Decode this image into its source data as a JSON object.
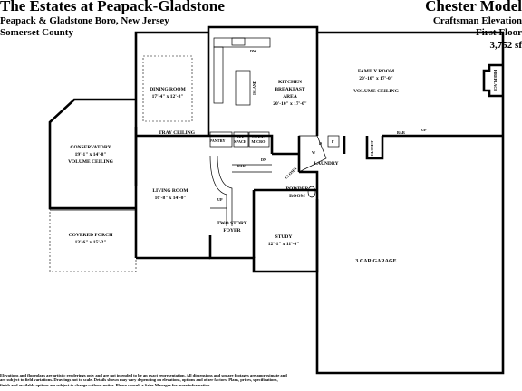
{
  "header": {
    "title": "The Estates at Peapack-Gladstone",
    "subtitle": "Peapack & Gladstone Boro, New Jersey",
    "county": "Somerset County",
    "model": "Chester Model",
    "elevation": "Craftsman Elevation",
    "floor": "First Floor",
    "sqft": "3,752 sf"
  },
  "rooms": {
    "dining": {
      "name": "DINING ROOM",
      "dims": "17'-4\" x 12'-8\""
    },
    "kitchen": {
      "name1": "KITCHEN",
      "name2": "BREAKFAST",
      "name3": "AREA",
      "dims": "20'-10\" x 17'-0\""
    },
    "family": {
      "name": "FAMILY ROOM",
      "dims": "20'-10\" x 17'-0\"",
      "ceiling": "VOLUME CEILING"
    },
    "conservatory": {
      "name": "CONSERVATORY",
      "dims": "19'-1\" x 14'-8\"",
      "ceiling": "VOLUME CEILING"
    },
    "living": {
      "name": "LIVING ROOM",
      "dims": "16'-8\" x 14'-0\""
    },
    "porch": {
      "name": "COVERED PORCH",
      "dims": "13'-6\" x 15'-2\""
    },
    "foyer": {
      "name1": "TWO STORY",
      "name2": "FOYER"
    },
    "study": {
      "name": "STUDY",
      "dims": "12'-1\" x 11'-0\""
    },
    "powder": {
      "name1": "POWDER",
      "name2": "ROOM"
    },
    "laundry": {
      "name": "LAUNDRY"
    },
    "garage": {
      "name": "3 CAR GARAGE"
    }
  },
  "small_labels": {
    "tray_ceiling": "TRAY CEILING",
    "pantry": "PANTRY",
    "ref_space1": "REF",
    "ref_space2": "SPACE",
    "oven_micro1": "OVEN/",
    "oven_micro2": "MICRO",
    "island": "ISLAND",
    "dw": "DW",
    "fireplace": "FIREPLACE",
    "closet": "CLOSET",
    "bar": "BAR",
    "dn": "DN",
    "up": "UP",
    "d": "D",
    "w": "W",
    "f": "F"
  },
  "disclaimer": [
    "Elevations and floorplans are artistic renderings only and are not intended to be an exact representation. All dimensions and square footages are approximate and",
    "are subject to field variations. Drawings not to scale. Details shown may vary depending on elevations, options and other factors. Plans, prices, specifications,",
    "finish and available options are subject to change without notice. Please consult a Sales Manager for more information."
  ]
}
